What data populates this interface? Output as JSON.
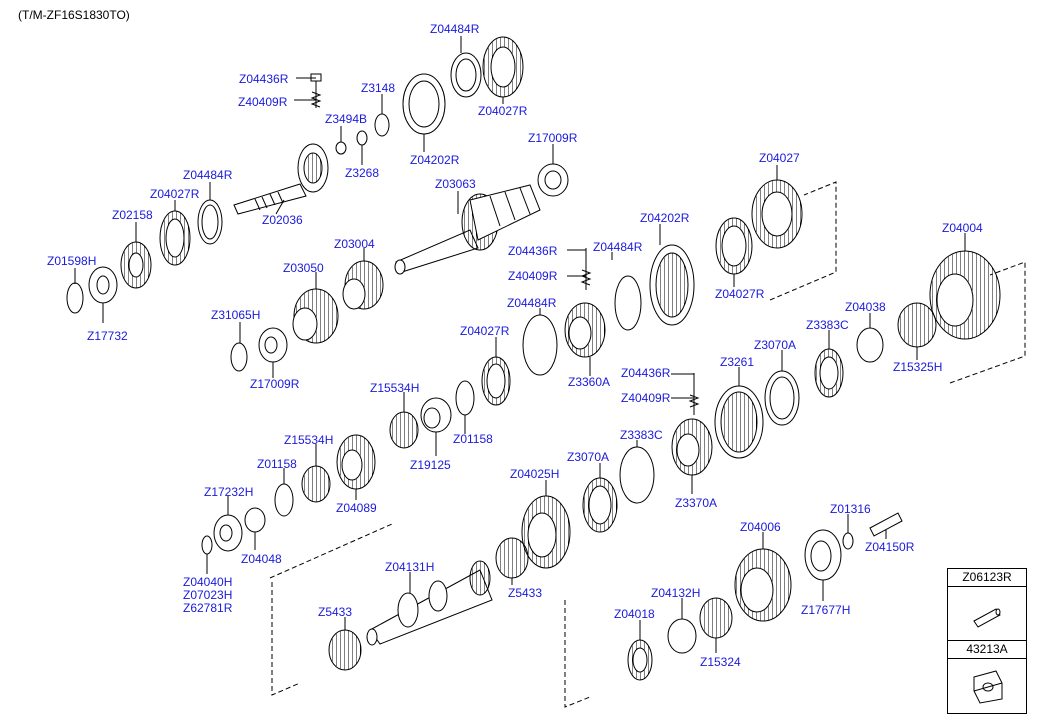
{
  "title": "(T/M-ZF16S1830TO)",
  "colors": {
    "label": "#1a1adc",
    "line": "#000000"
  },
  "labels": {
    "z04484r_a": "Z04484R",
    "z04027r_a": "Z04027R",
    "z04436r_a": "Z04436R",
    "z40409r_a": "Z40409R",
    "z3148": "Z3148",
    "z3494b": "Z3494B",
    "z3268": "Z3268",
    "z04202r_a": "Z04202R",
    "z17009r_a": "Z17009R",
    "z04484r_b": "Z04484R",
    "z04027r_b": "Z04027R",
    "z02158": "Z02158",
    "z02036": "Z02036",
    "z03063": "Z03063",
    "z04027": "Z04027",
    "z01598h": "Z01598H",
    "z17732": "Z17732",
    "z03004": "Z03004",
    "z03050": "Z03050",
    "z04202r_b": "Z04202R",
    "z04436r_b": "Z04436R",
    "z04484r_c": "Z04484R",
    "z40409r_b": "Z40409R",
    "z04027r_c": "Z04027R",
    "z04004": "Z04004",
    "z31065h": "Z31065H",
    "z17009r_b": "Z17009R",
    "z04484r_d": "Z04484R",
    "z04038": "Z04038",
    "z3383c_a": "Z3383C",
    "z04027r_d": "Z04027R",
    "z3360a": "Z3360A",
    "z3070a_a": "Z3070A",
    "z15325h": "Z15325H",
    "z04436r_c": "Z04436R",
    "z3261": "Z3261",
    "z15534h_a": "Z15534H",
    "z40409r_c": "Z40409R",
    "z01158_a": "Z01158",
    "z19125": "Z19125",
    "z15534h_b": "Z15534H",
    "z3383c_b": "Z3383C",
    "z01158_b": "Z01158",
    "z3070a_b": "Z3070A",
    "z3370a": "Z3370A",
    "z04025h": "Z04025H",
    "z17232h": "Z17232H",
    "z04089": "Z04089",
    "z04048": "Z04048",
    "z01316": "Z01316",
    "z04006": "Z04006",
    "z04150r": "Z04150R",
    "z04040h": "Z04040H",
    "z07023h": "Z07023H",
    "z62781r": "Z62781R",
    "z04131h": "Z04131H",
    "z5433_a": "Z5433",
    "z04132h": "Z04132H",
    "z17677h": "Z17677H",
    "z5433_b": "Z5433",
    "z04018": "Z04018",
    "z15324": "Z15324"
  },
  "side_boxes": [
    {
      "code": "Z06123R",
      "icon": "pin-icon"
    },
    {
      "code": "43213A",
      "icon": "bracket-icon"
    }
  ]
}
